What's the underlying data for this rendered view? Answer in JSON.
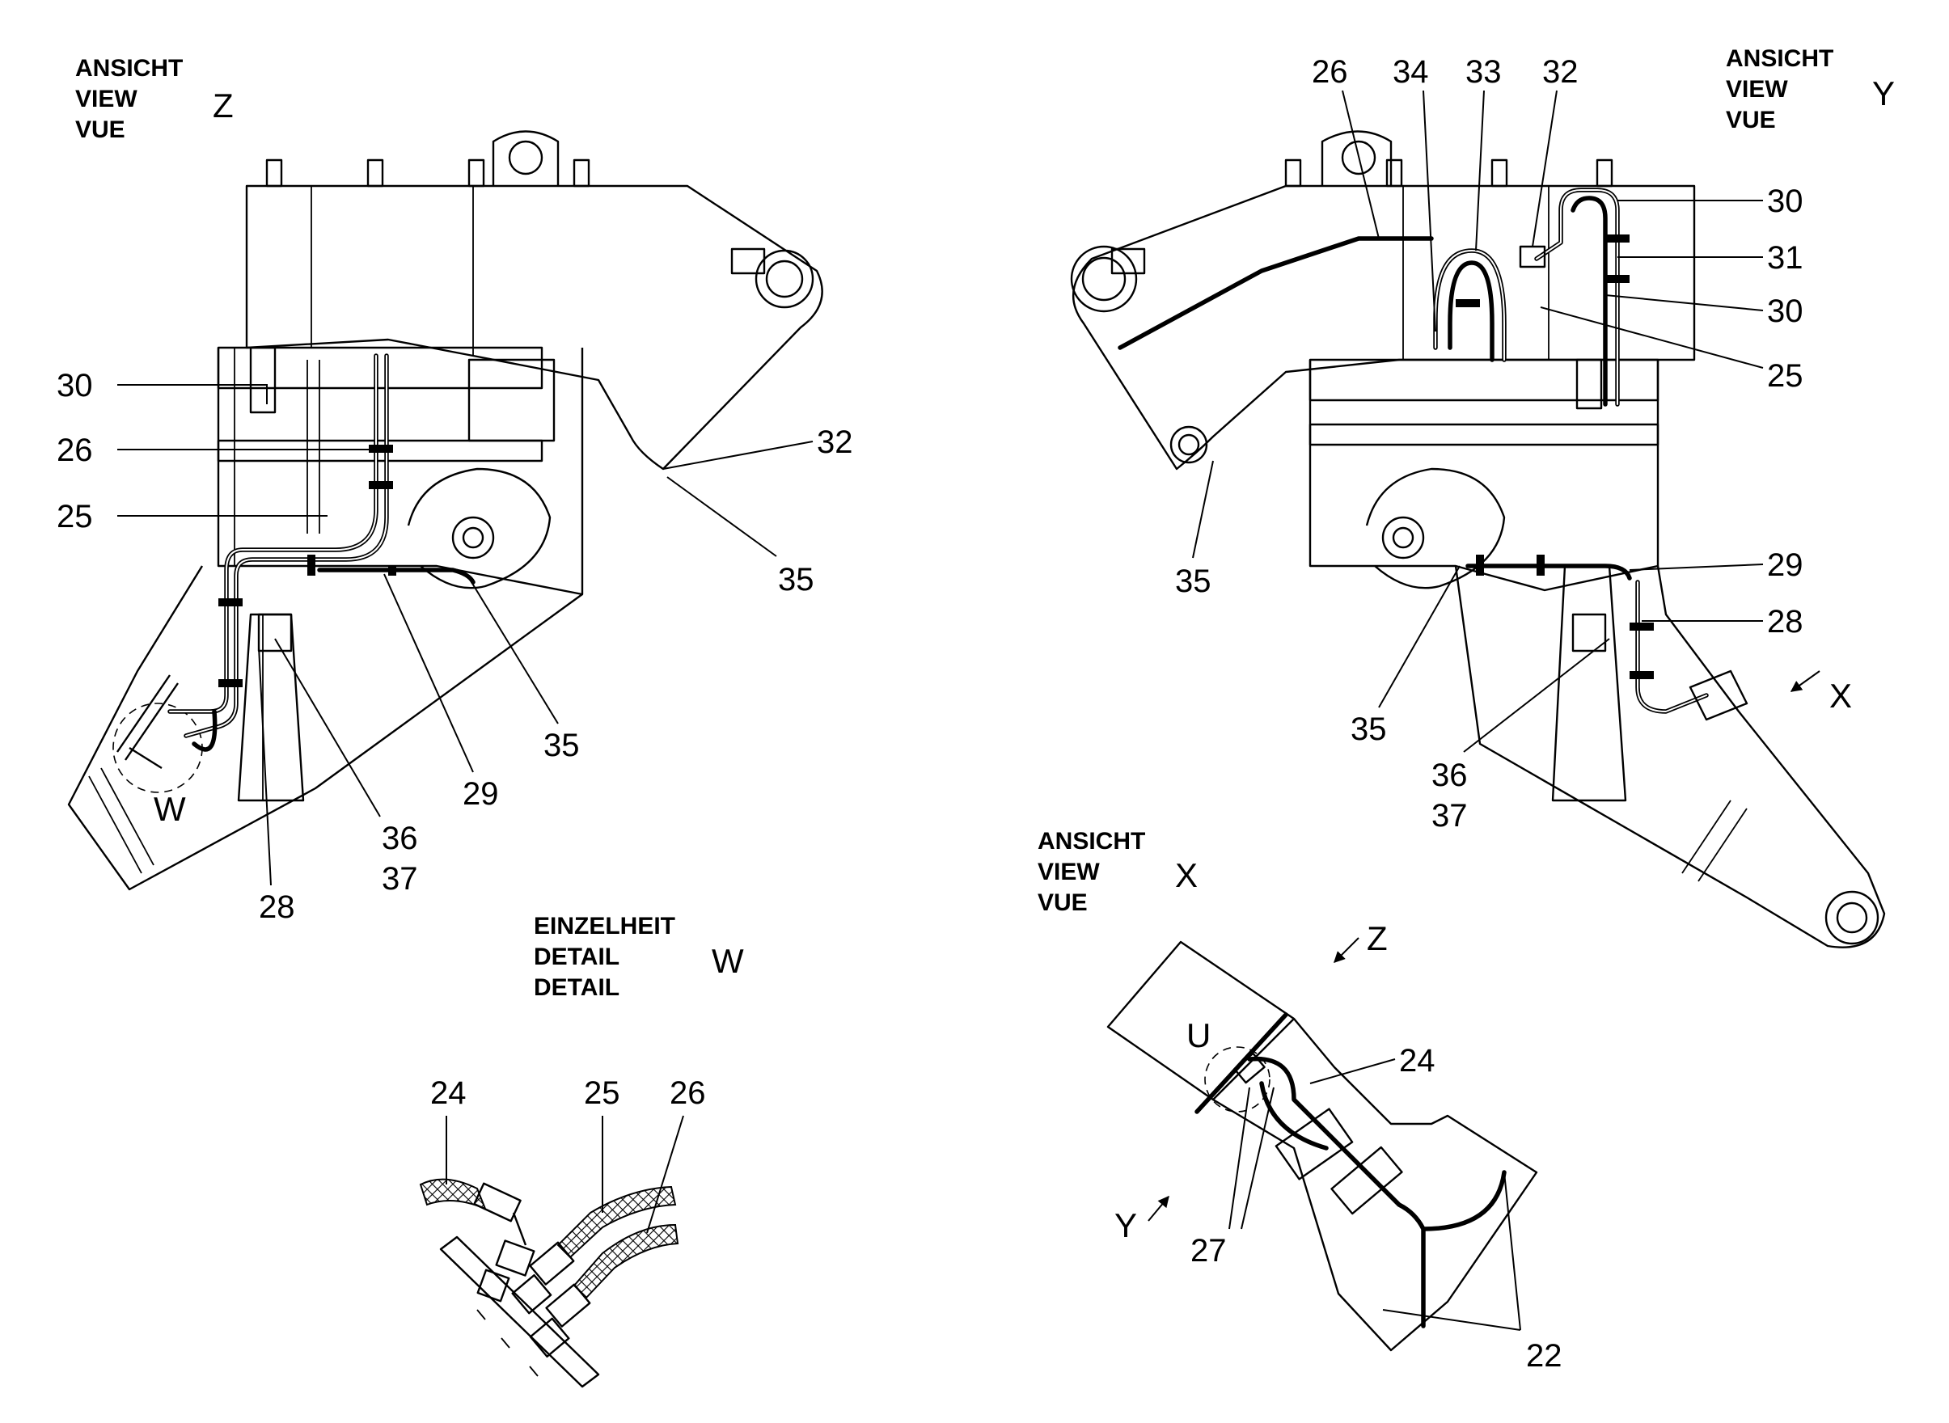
{
  "views": {
    "z": {
      "line1": "ANSICHT",
      "line2": "VIEW",
      "line3": "VUE",
      "letter": "Z"
    },
    "y": {
      "line1": "ANSICHT",
      "line2": "VIEW",
      "line3": "VUE",
      "letter": "Y"
    },
    "x": {
      "line1": "ANSICHT",
      "line2": "VIEW",
      "line3": "VUE",
      "letter": "X"
    },
    "w": {
      "line1": "EINZELHEIT",
      "line2": "DETAIL",
      "line3": "DETAIL",
      "letter": "W"
    }
  },
  "markers": {
    "w_circle": "W",
    "u_circle": "U",
    "arrow_x": "X",
    "arrow_z": "Z",
    "arrow_y": "Y"
  },
  "callouts": {
    "z_view": [
      "30",
      "26",
      "25",
      "32",
      "35",
      "35",
      "29",
      "36",
      "37",
      "28"
    ],
    "y_view": [
      "26",
      "34",
      "33",
      "32",
      "30",
      "31",
      "30",
      "25",
      "35",
      "29",
      "28",
      "35",
      "36",
      "37"
    ],
    "w_detail": [
      "24",
      "25",
      "26"
    ],
    "x_view": [
      "24",
      "27",
      "22"
    ]
  }
}
